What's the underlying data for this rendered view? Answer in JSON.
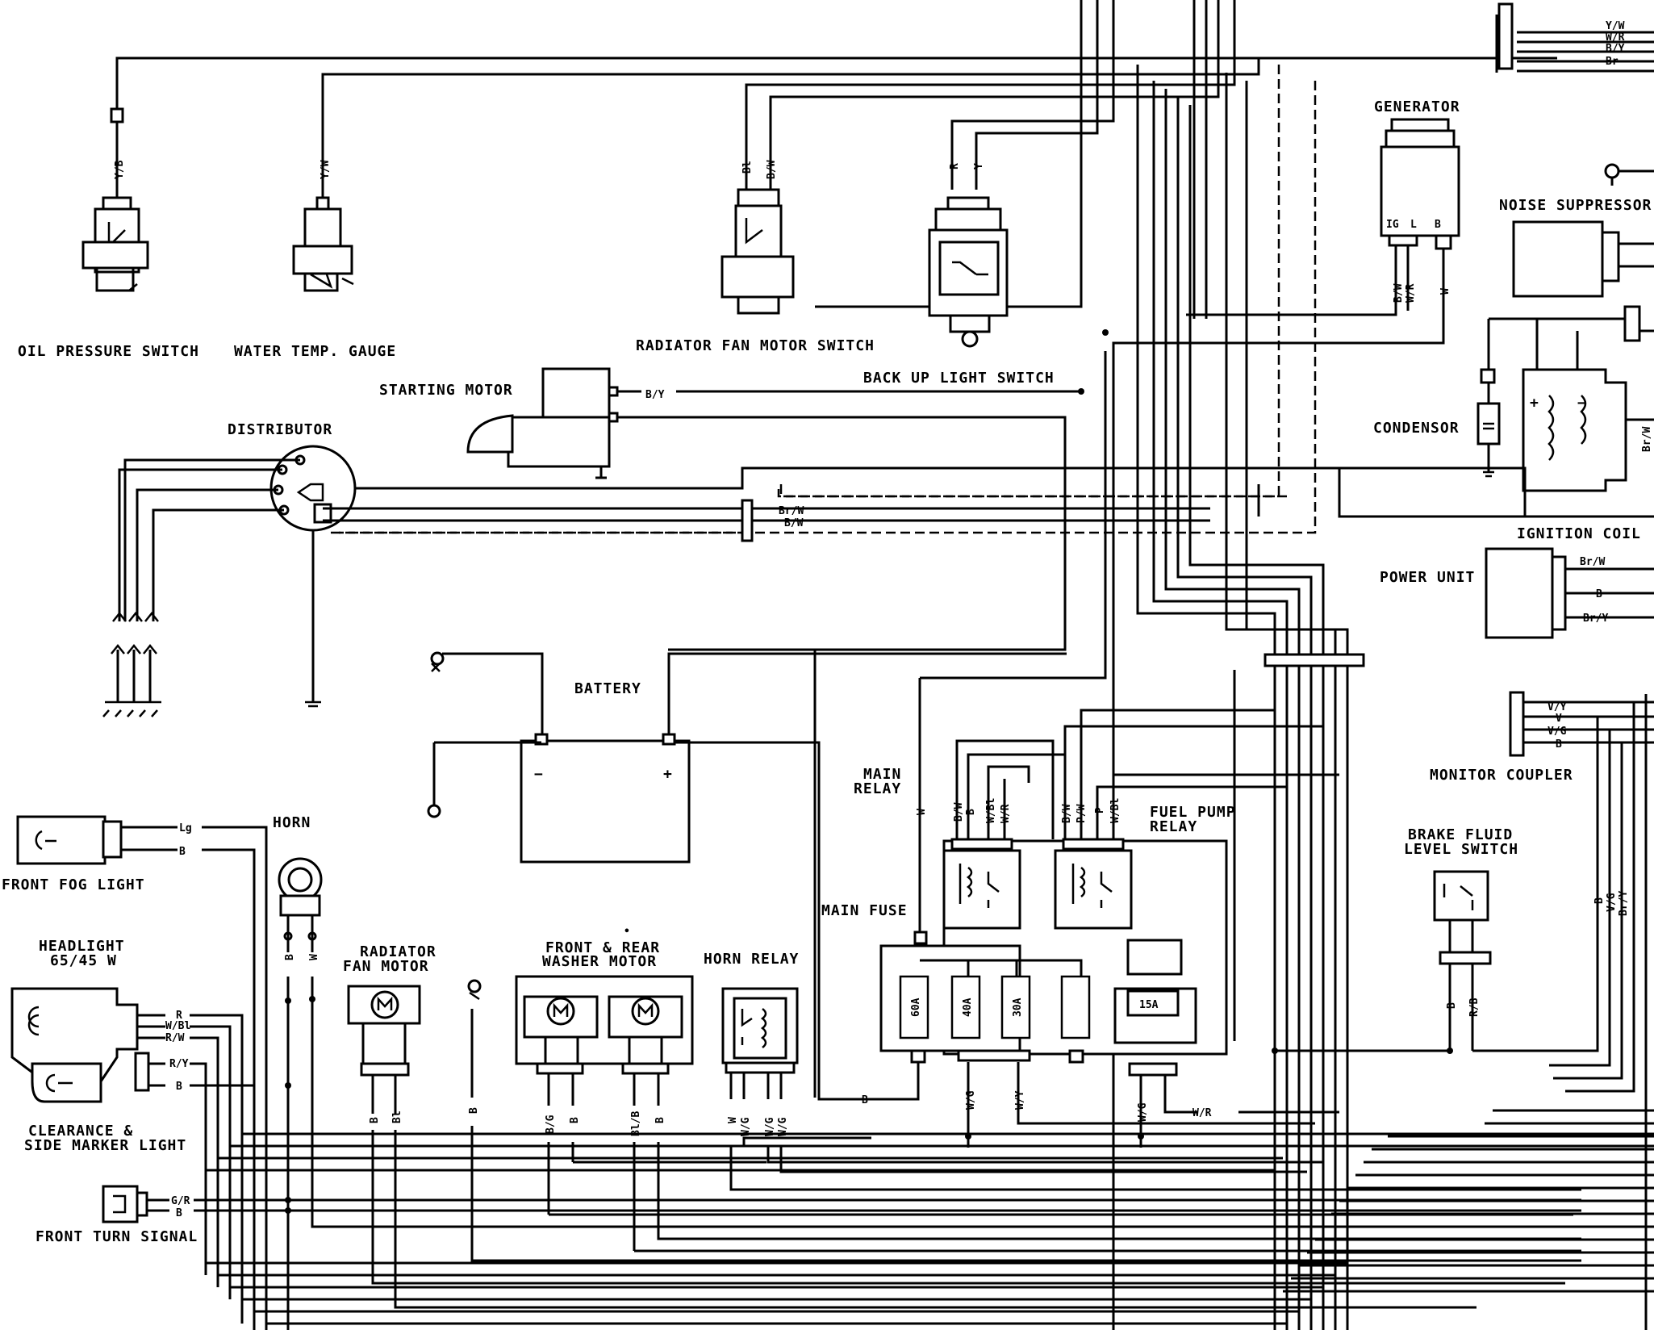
{
  "components": {
    "oil_pressure_switch": "OIL PRESSURE SWITCH",
    "water_temp_gauge": "WATER TEMP. GAUGE",
    "radiator_fan_motor_switch": "RADIATOR FAN MOTOR SWITCH",
    "back_up_light_switch": "BACK UP LIGHT SWITCH",
    "generator": "GENERATOR",
    "noise_suppressor": "NOISE SUPPRESSOR",
    "starting_motor": "STARTING MOTOR",
    "distributor": "DISTRIBUTOR",
    "condensor": "CONDENSOR",
    "ignition_coil": "IGNITION COIL",
    "power_unit": "POWER UNIT",
    "battery": "BATTERY",
    "monitor_coupler": "MONITOR COUPLER",
    "main_relay": [
      "MAIN",
      "RELAY"
    ],
    "fuel_pump_relay": [
      "FUEL PUMP",
      "RELAY"
    ],
    "brake_fluid_level_switch": [
      "BRAKE FLUID",
      "LEVEL SWITCH"
    ],
    "horn": "HORN",
    "front_fog_light": "FRONT FOG LIGHT",
    "main_fuse": "MAIN FUSE",
    "headlight": [
      "HEADLIGHT",
      "65/45 W"
    ],
    "radiator_fan_motor": [
      "RADIATOR",
      "FAN MOTOR"
    ],
    "washer_motor": [
      "FRONT & REAR",
      "WASHER MOTOR"
    ],
    "horn_relay": "HORN RELAY",
    "clearance_light": [
      "CLEARANCE &",
      "SIDE MARKER LIGHT"
    ],
    "front_turn_signal": "FRONT TURN SIGNAL"
  },
  "battery_terminals": {
    "neg": "−",
    "pos": "+"
  },
  "coil_terminals": {
    "pos": "+",
    "neg": "−"
  },
  "generator_terminals": {
    "ig": "IG",
    "l": "L",
    "b": "B"
  },
  "fuses": [
    "60A",
    "40A",
    "30A",
    "15A"
  ],
  "wire_codes": {
    "oil": "Y/B",
    "water": "Y/W",
    "fan_sw": [
      "Bl",
      "B/W"
    ],
    "backup": [
      "R",
      "Y"
    ],
    "gen": [
      "B/W",
      "W/R",
      "W"
    ],
    "top_right": [
      "Y/W",
      "W/R",
      "B/Y",
      "Br"
    ],
    "starter": "B/Y",
    "dist": [
      "Br/W",
      "B/W"
    ],
    "coil": "Br/W",
    "power_unit": [
      "Br/W",
      "B",
      "Br/Y"
    ],
    "monitor": [
      "V/Y",
      "V",
      "V/G",
      "B"
    ],
    "main_relay": [
      "W",
      "B/W",
      "B",
      "W/Bl",
      "W/R"
    ],
    "fuel_relay": [
      "B/W",
      "P/W",
      "P",
      "W/Bl"
    ],
    "fuse_bottom": [
      "W/G",
      "W/Y",
      "W/G",
      "W/R",
      "B"
    ],
    "brake": [
      "B",
      "R/B"
    ],
    "right_vertical": [
      "B",
      "V/G",
      "Br/Y"
    ],
    "fog": [
      "Lg",
      "B"
    ],
    "horn": [
      "B",
      "W"
    ],
    "headlight": [
      "R",
      "W/Bl",
      "R/W",
      "R/Y",
      "B"
    ],
    "fan_motor": [
      "B",
      "Bl"
    ],
    "ground": "B",
    "washer": [
      "B/G",
      "B",
      "Bl/B",
      "B"
    ],
    "horn_relay": [
      "W",
      "W/G",
      "W/G",
      "W/G"
    ],
    "turn": [
      "G/R",
      "B"
    ]
  }
}
